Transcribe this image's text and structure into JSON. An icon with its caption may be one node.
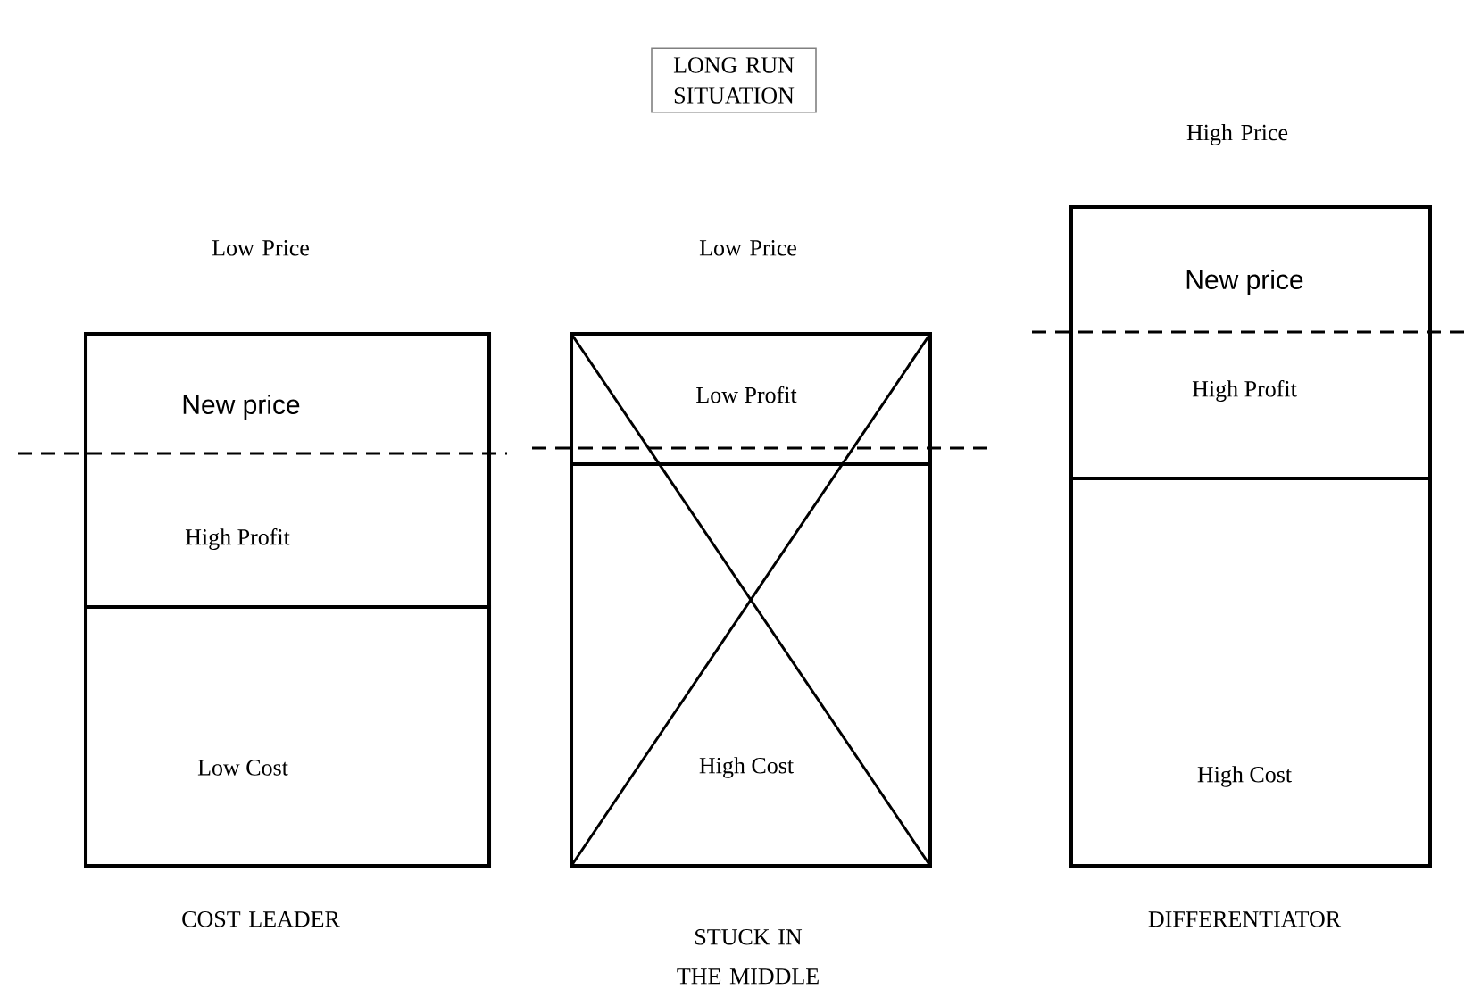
{
  "diagram": {
    "nodes": [
      {
        "text": [
          "LONG RUN SITUATION"
        ]
      },
      {
        "text": [],
        "shape": "box",
        "beside": [
          "Low Price",
          "COST LEADER"
        ]
      },
      {
        "text": [
          "New price",
          "High Profit"
        ],
        "in": 1
      },
      {
        "text": [
          "Low Cost"
        ],
        "in": 1
      },
      {
        "text": [],
        "shape": "box",
        "beside": [
          "Low Price",
          "STUCK IN THE MIDDLE"
        ]
      },
      {
        "text": [
          "Low Profit"
        ],
        "in": 4
      },
      {
        "text": [
          "High Cost"
        ],
        "in": 4
      },
      {
        "text": [],
        "shape": "box",
        "beside": [
          "High Price",
          "DIFFERENTIATOR"
        ]
      },
      {
        "text": [
          "New price",
          "High Profit"
        ],
        "in": 7
      },
      {
        "text": [
          "High Cost"
        ],
        "in": 7
      }
    ]
  }
}
